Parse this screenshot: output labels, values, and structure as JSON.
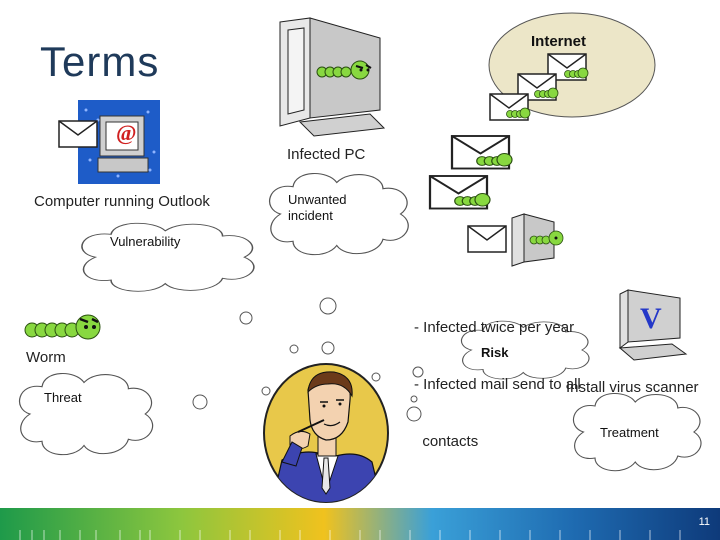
{
  "slide": {
    "title": "Terms",
    "page_number": "11"
  },
  "labels": {
    "internet": "Internet",
    "infected_pc": "Infected PC",
    "computer_outlook": "Computer running Outlook",
    "unwanted_incident": [
      "Unwanted",
      "incident"
    ],
    "vulnerability": "Vulnerability",
    "worm": "Worm",
    "threat": "Threat",
    "risk_details": [
      "- Infected twice per year",
      "- Infected mail send to all",
      "  contacts"
    ],
    "risk": "Risk",
    "install_scanner": "Install virus scanner",
    "treatment": "Treatment",
    "at_symbol": "@",
    "scanner_letter": "V"
  },
  "colors": {
    "title": "#1f3a5a",
    "cloud_fill": "#ffffff",
    "internet_cloud": "#ece6c8",
    "worm_green": "#88d840",
    "monitor_gray": "#c8c8c8",
    "person_bg": "#e8c84a",
    "outlook_blue": "#2460c8"
  },
  "icons": [
    "envelope-icon",
    "computer-icon",
    "worm-icon",
    "person-illustration",
    "at-icon",
    "virus-scanner-icon"
  ]
}
